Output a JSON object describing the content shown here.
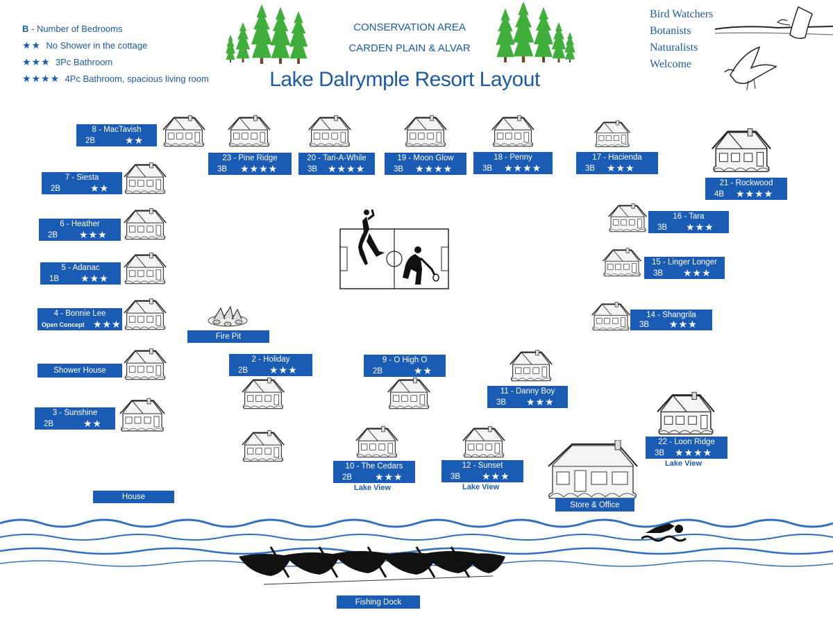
{
  "legend": {
    "bedrooms_key": "B",
    "bedrooms_text": " - Number of Bedrooms",
    "stars2": "★★",
    "stars2_text": "No Shower in the cottage",
    "stars3": "★★★",
    "stars3_text": "3Pc Bathroom",
    "stars4": "★★★★",
    "stars4_text": "4Pc Bathroom, spacious living room"
  },
  "conservation": {
    "line1": "CONSERVATION AREA",
    "line2": "CARDEN PLAIN & ALVAR"
  },
  "title": "Lake Dalrymple Resort Layout",
  "welcome": {
    "line1": "Bird Watchers",
    "line2": "Botanists",
    "line3": "Naturalists",
    "line4": "Welcome"
  },
  "cottages": {
    "c8": {
      "name": "8 - MacTavish",
      "beds": "2B",
      "stars": "★★"
    },
    "c7": {
      "name": "7 - Siesta",
      "beds": "2B",
      "stars": "★★"
    },
    "c6": {
      "name": "6 - Heather",
      "beds": "2B",
      "stars": "★★★"
    },
    "c5": {
      "name": "5 - Adanac",
      "beds": "1B",
      "stars": "★★★"
    },
    "c4": {
      "name": "4 - Bonnie Lee",
      "beds": "Open Concept",
      "stars": "★★★"
    },
    "c3": {
      "name": "3 - Sunshine",
      "beds": "2B",
      "stars": "★★"
    },
    "c23": {
      "name": "23 - Pine Ridge",
      "beds": "3B",
      "stars": "★★★★"
    },
    "c20": {
      "name": "20 - Tari-A-While",
      "beds": "3B",
      "stars": "★★★★"
    },
    "c19": {
      "name": "19 - Moon Glow",
      "beds": "3B",
      "stars": "★★★★"
    },
    "c18": {
      "name": "18 - Penny",
      "beds": "3B",
      "stars": "★★★★"
    },
    "c17": {
      "name": "17 - Hacienda",
      "beds": "3B",
      "stars": "★★★"
    },
    "c21": {
      "name": "21 - Rockwood",
      "beds": "4B",
      "stars": "★★★★"
    },
    "c16": {
      "name": "16 - Tara",
      "beds": "3B",
      "stars": "★★★"
    },
    "c15": {
      "name": "15 - Linger Longer",
      "beds": "3B",
      "stars": "★★★"
    },
    "c14": {
      "name": "14 - Shangrila",
      "beds": "3B",
      "stars": "★★★"
    },
    "c2": {
      "name": "2 - Holiday",
      "beds": "2B",
      "stars": "★★★"
    },
    "c9": {
      "name": "9 - O High O",
      "beds": "2B",
      "stars": "★★"
    },
    "c11": {
      "name": "11 - Danny Boy",
      "beds": "3B",
      "stars": "★★★"
    },
    "c22": {
      "name": "22 - Loon Ridge",
      "beds": "3B",
      "stars": "★★★★"
    },
    "c10": {
      "name": "10 - The Cedars",
      "beds": "2B",
      "stars": "★★★"
    },
    "c12": {
      "name": "12 - Sunset",
      "beds": "3B",
      "stars": "★★★"
    }
  },
  "places": {
    "shower_house": "Shower House",
    "fire_pit": "Fire Pit",
    "house": "House",
    "store_office": "Store & Office",
    "fishing_dock": "Fishing Dock",
    "lake_view": "Lake View"
  },
  "colors": {
    "label_bg": "#1a5cb4",
    "text_blue": "#1a5aa6",
    "tree_green": "#3fae3a",
    "water_blue": "#2f6fc0"
  }
}
